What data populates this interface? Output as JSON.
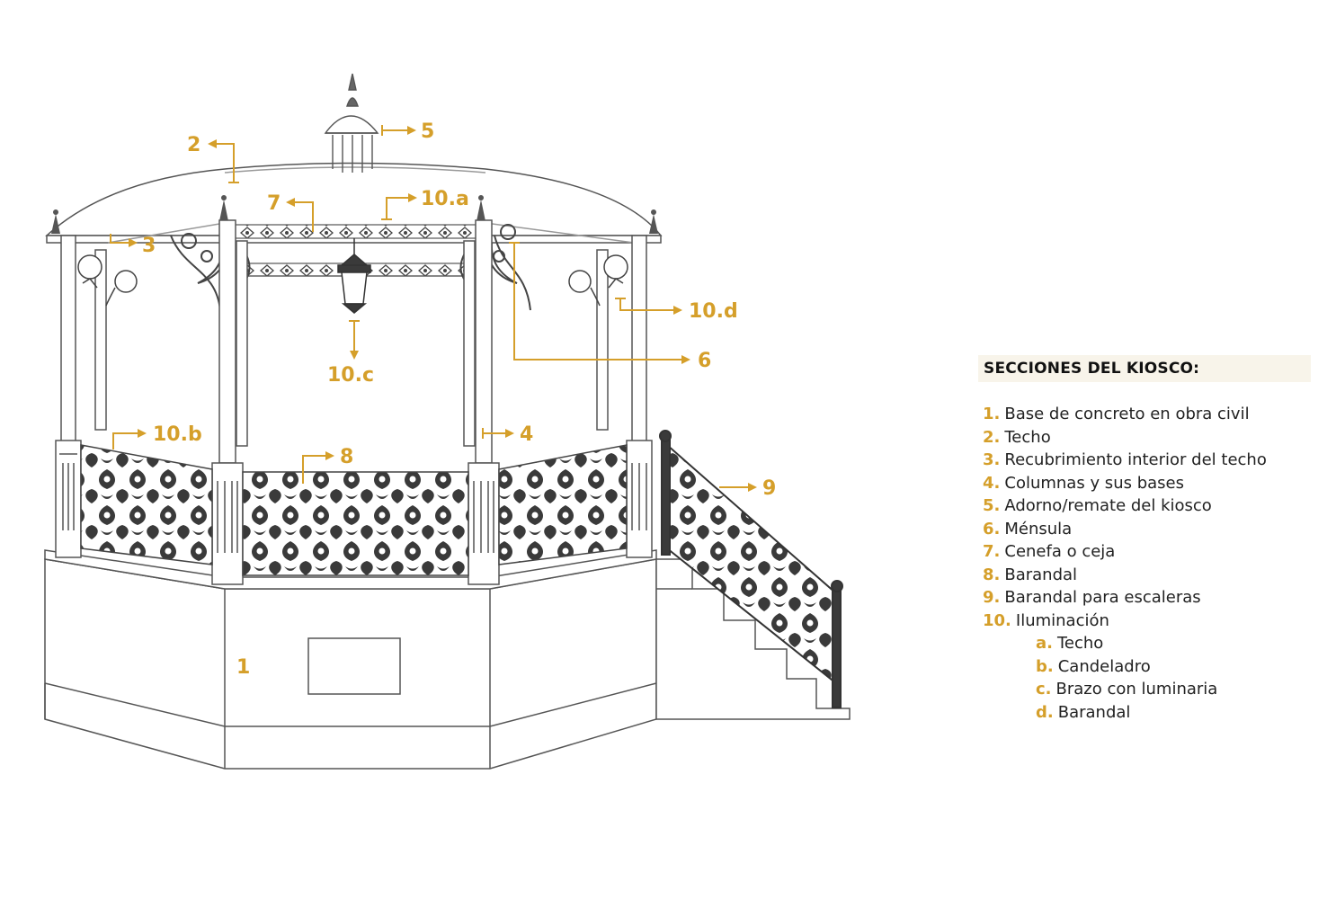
{
  "callouts": {
    "c1": "1",
    "c2": "2",
    "c3": "3",
    "c4": "4",
    "c5": "5",
    "c6": "6",
    "c7": "7",
    "c8": "8",
    "c9": "9",
    "c10a": "10.a",
    "c10b": "10.b",
    "c10c": "10.c",
    "c10d": "10.d"
  },
  "legend": {
    "title": "SECCIONES DEL KIOSCO:",
    "items": [
      {
        "num": "1.",
        "text": "Base de concreto en obra civil"
      },
      {
        "num": "2.",
        "text": "Techo"
      },
      {
        "num": "3.",
        "text": "Recubrimiento interior del techo"
      },
      {
        "num": "4.",
        "text": "Columnas y sus bases"
      },
      {
        "num": "5.",
        "text": "Adorno/remate del kiosco"
      },
      {
        "num": "6.",
        "text": "Ménsula"
      },
      {
        "num": "7.",
        "text": "Cenefa o ceja"
      },
      {
        "num": "8.",
        "text": "Barandal"
      },
      {
        "num": "9.",
        "text": "Barandal para escaleras"
      },
      {
        "num": "10.",
        "text": "Iluminación"
      },
      {
        "num": "a.",
        "text": "Techo"
      },
      {
        "num": "b.",
        "text": "Candeladro"
      },
      {
        "num": "c.",
        "text": "Brazo con luminaria"
      },
      {
        "num": "d.",
        "text": "Barandal"
      }
    ]
  },
  "colors": {
    "accent": "#d59f2a",
    "line": "#555555",
    "iron": "#3a3a3a"
  }
}
